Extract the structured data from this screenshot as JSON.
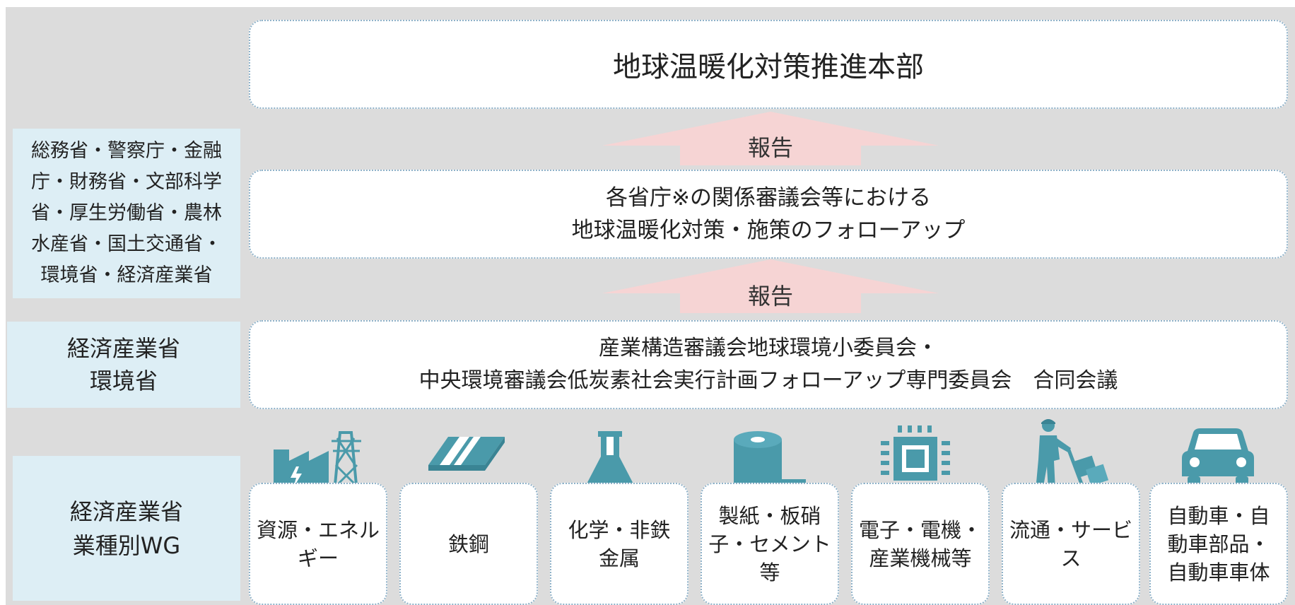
{
  "headquarters": {
    "title": "地球温暖化対策推進本部"
  },
  "report_upper": {
    "label": "報告"
  },
  "report_lower": {
    "label": "報告"
  },
  "followup": {
    "lines": [
      "各省庁※の関係審議会等における",
      "地球温暖化対策・施策のフォローアップ"
    ]
  },
  "joint_council": {
    "lines": [
      "産業構造審議会地球環境小委員会・",
      "中央環境審議会低炭素社会実行計画フォローアップ専門委員会　合同会議"
    ]
  },
  "ministries_box": {
    "lines": [
      "総務省・警察庁・金融",
      "庁・財務省・文部科学",
      "省・厚生労働省・農林",
      "水産省・国土交通省・",
      "環境省・経済産業省"
    ]
  },
  "meti_moe_box": {
    "lines": [
      "経済産業省",
      "環境省"
    ]
  },
  "wg_label_box": {
    "lines": [
      "経済産業省",
      "業種別WG"
    ]
  },
  "wg_items": [
    {
      "icon": "factory-icon",
      "lines": [
        "資源・エネル",
        "ギー"
      ]
    },
    {
      "icon": "steel-icon",
      "lines": [
        "鉄鋼"
      ]
    },
    {
      "icon": "flask-icon",
      "lines": [
        "化学・非鉄",
        "金属"
      ]
    },
    {
      "icon": "paper-roll-icon",
      "lines": [
        "製紙・板硝",
        "子・セメント",
        "等"
      ]
    },
    {
      "icon": "chip-icon",
      "lines": [
        "電子・電機・",
        "産業機械等"
      ]
    },
    {
      "icon": "delivery-person-icon",
      "lines": [
        "流通・サービ",
        "ス"
      ]
    },
    {
      "icon": "car-icon",
      "lines": [
        "自動車・自",
        "動車部品・",
        "自動車車体"
      ]
    }
  ],
  "colors": {
    "background": "#dcdcdc",
    "box_border": "#8fb2c9",
    "side_box": "#ddeef5",
    "arrow": "#f6d4d4",
    "icon": "#4a9aaa"
  }
}
